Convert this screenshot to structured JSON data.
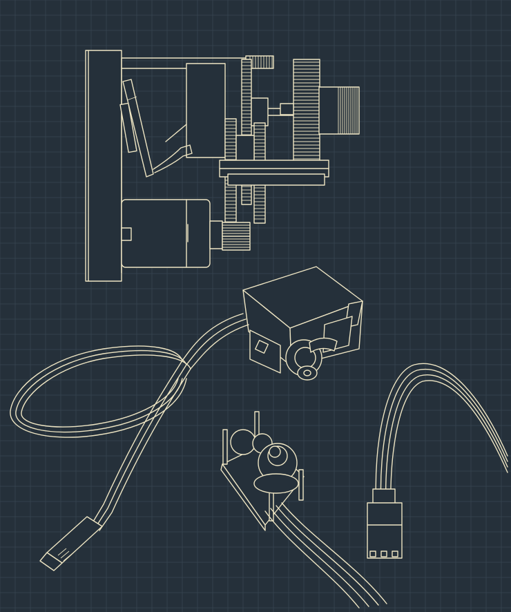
{
  "colors": {
    "background": "#25303a",
    "grid": "#33414c",
    "line": "#efe6c4"
  },
  "drawing": {
    "views": [
      {
        "name": "gearbox-section-view"
      },
      {
        "name": "servo-housing-isometric"
      },
      {
        "name": "servo-cable-with-connector"
      },
      {
        "name": "gear-train-exploded"
      },
      {
        "name": "connector-lead"
      }
    ]
  }
}
